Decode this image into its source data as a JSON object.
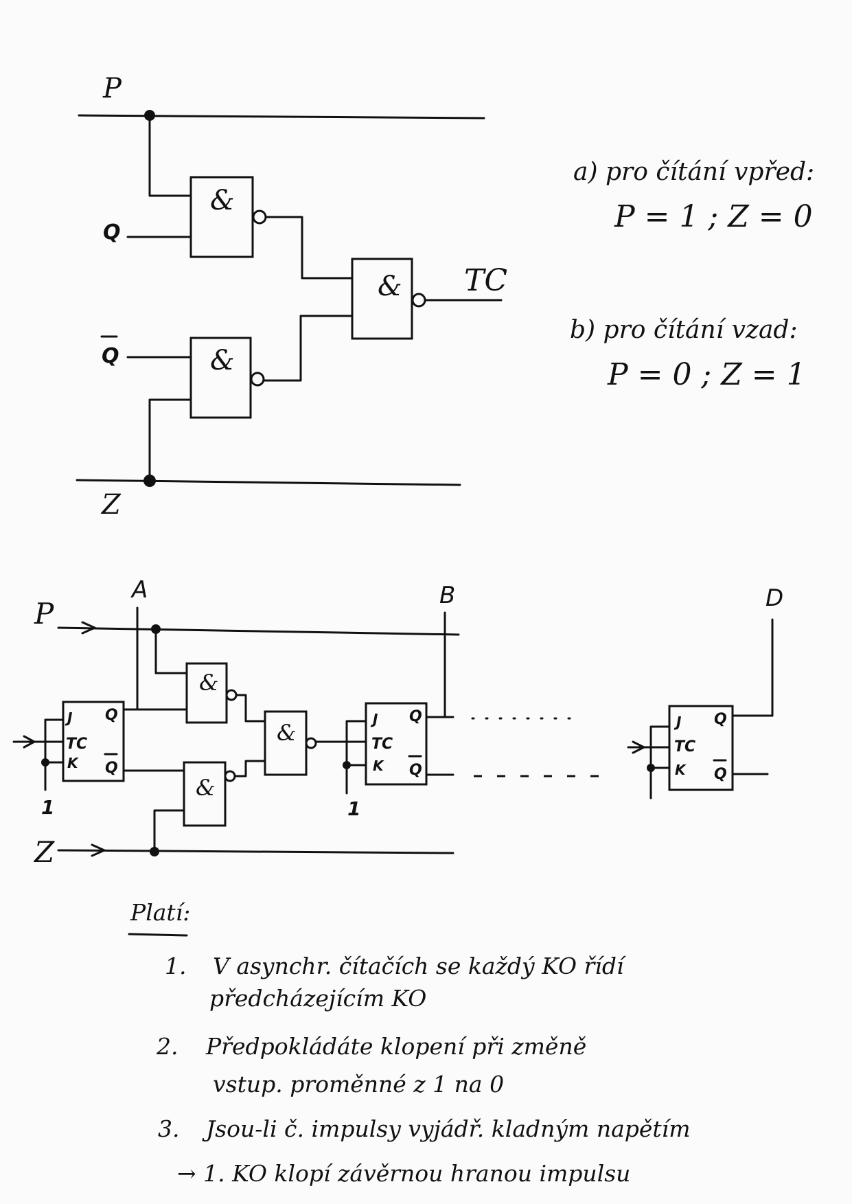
{
  "top_circuit": {
    "signal_p": "P",
    "signal_q": "Q",
    "signal_qbar": "Q",
    "signal_z": "Z",
    "output_tc": "TC",
    "gate_symbol": "&"
  },
  "conditions": {
    "a_title": "a) pro čítání vpřed:",
    "a_values": "P = 1 ; Z = 0",
    "b_title": "b) pro čítání vzad:",
    "b_values": "P = 0 ; Z = 1"
  },
  "bottom_circuit": {
    "input_p": "P",
    "input_z": "Z",
    "tap_a": "A",
    "tap_b": "B",
    "tap_d": "D",
    "pin_j": "J",
    "pin_tc": "TC",
    "pin_k": "K",
    "pin_q": "Q",
    "pin_qbar": "Q",
    "one": "1",
    "gate_symbol": "&"
  },
  "notes": {
    "heading": "Platí:",
    "items": [
      {
        "num": "1.",
        "lines": [
          "V asynchr. čítačích se každý KO řídí",
          "předcházejícím KO"
        ]
      },
      {
        "num": "2.",
        "lines": [
          "Předpokládáte klopení při změně",
          "vstup. proměnné z 1 na 0"
        ]
      },
      {
        "num": "3.",
        "lines": [
          "Jsou-li č. impulsy vyjádř. kladným napětím",
          "→ 1. KO klopí závěrnou hranou impulsu"
        ]
      }
    ]
  }
}
